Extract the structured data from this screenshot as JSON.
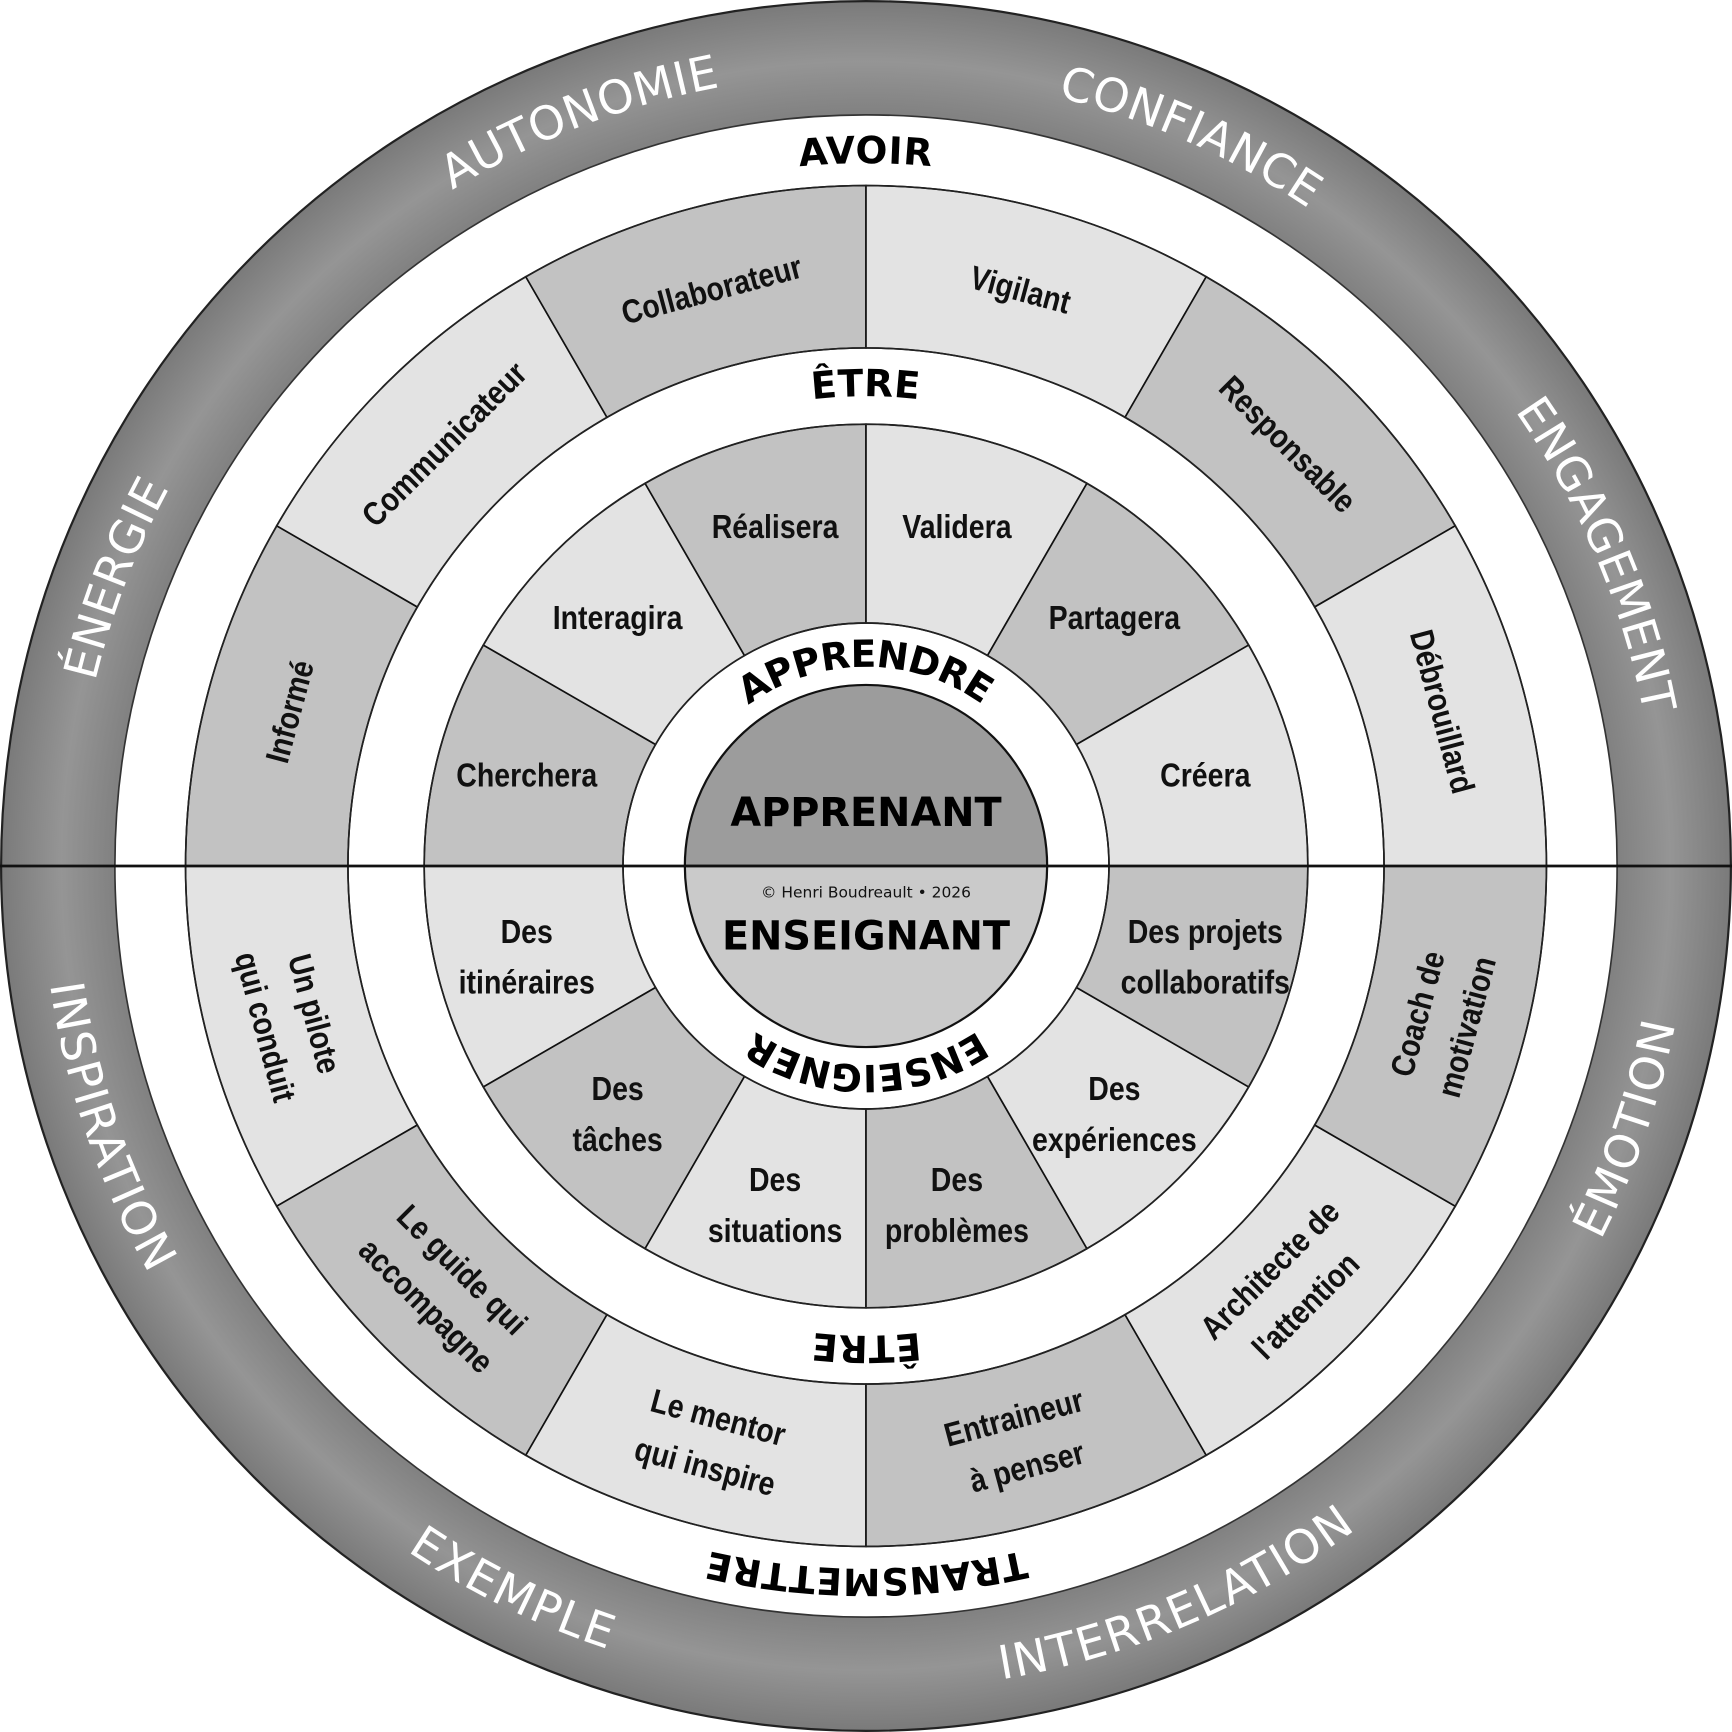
{
  "outer_band": {
    "top": [
      {
        "label": "ÉNERGIE",
        "angle": -69
      },
      {
        "label": "AUTONOMIE",
        "angle": -21
      },
      {
        "label": "CONFIANCE",
        "angle": 24
      },
      {
        "label": "ENGAGEMENT",
        "angle": 67
      }
    ],
    "bottom": [
      {
        "label": "INSPIRATION",
        "angle": 251
      },
      {
        "label": "EXEMPLE",
        "angle": 206
      },
      {
        "label": "INTERRELATION",
        "angle": 157
      },
      {
        "label": "ÉMOTION",
        "angle": 109
      }
    ]
  },
  "rings": {
    "avoir": "AVOIR",
    "transmettre": "TRANSMETTRE",
    "etre_top": "ÊTRE",
    "etre_bottom": "ÊTRE",
    "apprendre": "APPRENDRE",
    "enseigner": "ENSEIGNER"
  },
  "outer_segments_top": [
    {
      "lines": [
        "Informé"
      ],
      "shade": "dark"
    },
    {
      "lines": [
        "Communicateur"
      ],
      "shade": "light"
    },
    {
      "lines": [
        "Collaborateur"
      ],
      "shade": "dark"
    },
    {
      "lines": [
        "Vigilant"
      ],
      "shade": "light"
    },
    {
      "lines": [
        "Responsable"
      ],
      "shade": "dark"
    },
    {
      "lines": [
        "Débrouillard"
      ],
      "shade": "light"
    }
  ],
  "outer_segments_bottom": [
    {
      "lines": [
        "Un pilote",
        "qui conduit"
      ],
      "shade": "light"
    },
    {
      "lines": [
        "Le guide qui",
        "accompagne"
      ],
      "shade": "dark"
    },
    {
      "lines": [
        "Le mentor",
        "qui inspire"
      ],
      "shade": "light"
    },
    {
      "lines": [
        "Entraineur",
        "à penser"
      ],
      "shade": "dark"
    },
    {
      "lines": [
        "Architecte de",
        "l'attention"
      ],
      "shade": "light"
    },
    {
      "lines": [
        "Coach de",
        "motivation"
      ],
      "shade": "dark"
    }
  ],
  "inner_segments_top": [
    {
      "lines": [
        "Cherchera"
      ],
      "shade": "dark"
    },
    {
      "lines": [
        "Interagira"
      ],
      "shade": "light"
    },
    {
      "lines": [
        "Réalisera"
      ],
      "shade": "dark"
    },
    {
      "lines": [
        "Validera"
      ],
      "shade": "light"
    },
    {
      "lines": [
        "Partagera"
      ],
      "shade": "dark"
    },
    {
      "lines": [
        "Créera"
      ],
      "shade": "light"
    }
  ],
  "inner_segments_bottom": [
    {
      "lines": [
        "Des",
        "itinéraires"
      ],
      "shade": "light"
    },
    {
      "lines": [
        "Des",
        "tâches"
      ],
      "shade": "dark"
    },
    {
      "lines": [
        "Des",
        "situations"
      ],
      "shade": "light"
    },
    {
      "lines": [
        "Des",
        "problèmes"
      ],
      "shade": "dark"
    },
    {
      "lines": [
        "Des",
        "expériences"
      ],
      "shade": "light"
    },
    {
      "lines": [
        "Des projets",
        "collaboratifs"
      ],
      "shade": "dark"
    }
  ],
  "center": {
    "top": "APPRENANT",
    "bottom": "ENSEIGNANT",
    "copyright": "© Henri Boudreault • 2026"
  },
  "colors": {
    "band": "#8d8d8d",
    "dark": "#c2c2c2",
    "light": "#e3e3e3",
    "center_top": "#9c9c9c",
    "center_bottom": "#cacaca"
  }
}
